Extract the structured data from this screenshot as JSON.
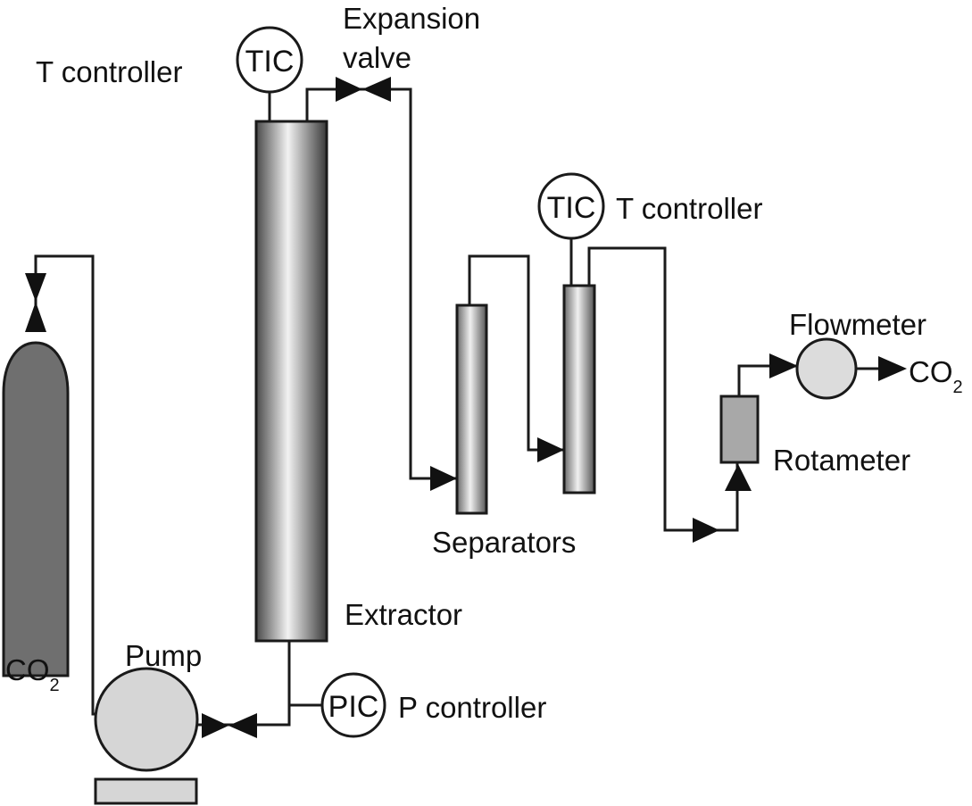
{
  "labels": {
    "t_controller_top": "T controller",
    "expansion_valve_line1": "Expansion",
    "expansion_valve_line2": "valve",
    "t_controller_right": "T controller",
    "flowmeter": "Flowmeter",
    "co2_out_main": "CO",
    "co2_out_sub": "2",
    "rotameter": "Rotameter",
    "separators": "Separators",
    "extractor": "Extractor",
    "co2_cylinder_main": "CO",
    "co2_cylinder_sub": "2",
    "pump": "Pump",
    "p_controller": "P controller"
  },
  "instruments": {
    "tic_top": "TIC",
    "tic_separator": "TIC",
    "pic": "PIC"
  },
  "colors": {
    "line": "#1a1a1a",
    "cylinder": "#6f6f6f",
    "pump_fill": "#d6d6d6",
    "flowmeter_fill": "#dcdcdc",
    "rotameter_fill": "#a8a8a8"
  }
}
